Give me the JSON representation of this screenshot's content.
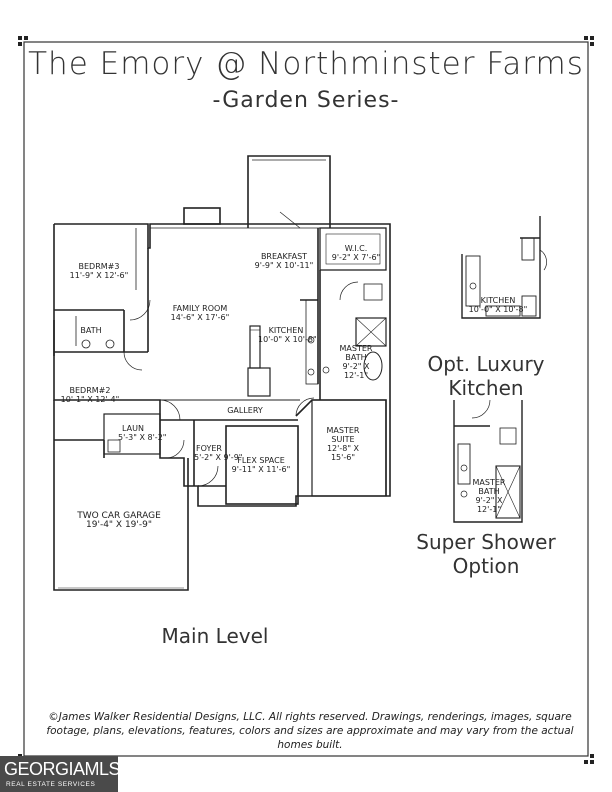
{
  "title": "The Emory @ Northminster Farms",
  "subtitle": "-Garden Series-",
  "rooms": {
    "breakfast": {
      "name": "BREAKFAST",
      "dims": "9'-9\" X 10'-11\""
    },
    "wic": {
      "name": "W.I.C.",
      "dims": "9'-2\" X 7'-6\""
    },
    "bedrm3": {
      "name": "BEDRM#3",
      "dims": "11'-9\" X 12'-6\""
    },
    "family_room": {
      "name": "FAMILY ROOM",
      "dims": "14'-6\" X 17'-6\""
    },
    "bath": {
      "name": "BATH"
    },
    "kitchen": {
      "name": "KITCHEN",
      "dims": "10'-0\" X 10'-8\""
    },
    "master_bath": {
      "name": "MASTER BATH",
      "dims": "9'-2\" X 12'-1\""
    },
    "bedrm2": {
      "name": "BEDRM#2",
      "dims": "10'-1\" X 12'-4\""
    },
    "gallery": {
      "name": "GALLERY"
    },
    "laun": {
      "name": "LAUN",
      "dims": "5'-3\" X 8'-2\""
    },
    "master_suite": {
      "name": "MASTER SUITE",
      "dims": "12'-8\" X 15'-6\""
    },
    "foyer": {
      "name": "FOYER",
      "dims": "5'-2\" X 9'-9\""
    },
    "flex_space": {
      "name": "FLEX SPACE",
      "dims": "9'-11\" X 11'-6\""
    },
    "garage": {
      "name": "TWO CAR GARAGE",
      "dims": "19'-4\" X 19'-9\""
    }
  },
  "options": {
    "lux_kitchen": {
      "name": "KITCHEN",
      "dims": "10'-0\" X 10'-8\"",
      "caption_line1": "Opt. Luxury",
      "caption_line2": "Kitchen"
    },
    "super_shower": {
      "name": "MASTER BATH",
      "dims": "9'-2\" X 12'-1\"",
      "caption_line1": "Super Shower",
      "caption_line2": "Option"
    }
  },
  "level_label": "Main Level",
  "copyright": "©James Walker Residential Designs, LLC. All rights reserved. Drawings, renderings, images, square footage, plans, elevations, features, colors and sizes are approximate and may vary from the actual homes built.",
  "logo": {
    "main": "GEORGIAMLS",
    "sub": "REAL ESTATE SERVICES"
  }
}
